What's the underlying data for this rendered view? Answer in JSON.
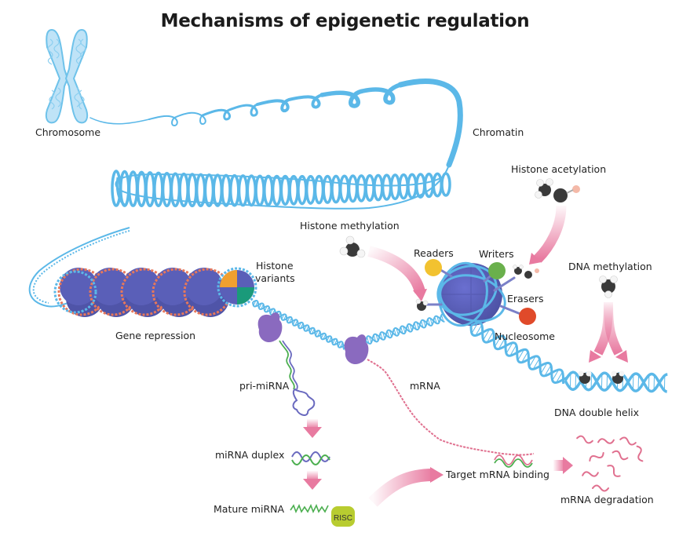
{
  "title": "Mechanisms of epigenetic regulation",
  "labels": {
    "chromosome": "Chromosome",
    "chromatin": "Chromatin",
    "histone_acetylation": "Histone acetylation",
    "histone_methylation": "Histone methylation",
    "readers": "Readers",
    "writers": "Writers",
    "erasers": "Erasers",
    "nucleosome": "Nucleosome",
    "dna_methylation": "DNA methylation",
    "histone_variants_line1": "Histone",
    "histone_variants_line2": "variants",
    "gene_repression": "Gene repression",
    "pri_mirna": "pri-miRNA",
    "mrna": "mRNA",
    "dna_double_helix": "DNA double helix",
    "mirna_duplex": "miRNA duplex",
    "mature_mirna": "Mature miRNA",
    "risc": "RISC",
    "target_mrna_binding": "Target mRNA binding",
    "mrna_degradation": "mRNA degradation"
  },
  "colors": {
    "dna_blue": "#5bb8e8",
    "histone_purple": "#5a5fb8",
    "dna_orange": "#e8785a",
    "variant_orange": "#f0a030",
    "variant_green": "#1a9a7a",
    "arrow_pink": "#e87aa0",
    "mrna_pink": "#e0708f",
    "mirna_green": "#4caf50",
    "reader_yellow": "#f2c230",
    "writer_green": "#6ab04c",
    "eraser_red": "#e04a2a",
    "risc_green": "#b8cc30",
    "polymerase_purple": "#8a6abf",
    "methyl_dark": "#3a3a3a"
  }
}
